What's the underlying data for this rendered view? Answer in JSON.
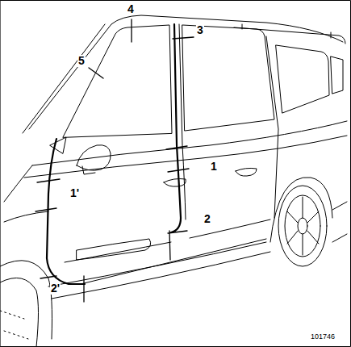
{
  "diagram": {
    "labels": [
      "4",
      "3",
      "5",
      "1",
      "1'",
      "2",
      "2'",
      "101746"
    ]
  }
}
